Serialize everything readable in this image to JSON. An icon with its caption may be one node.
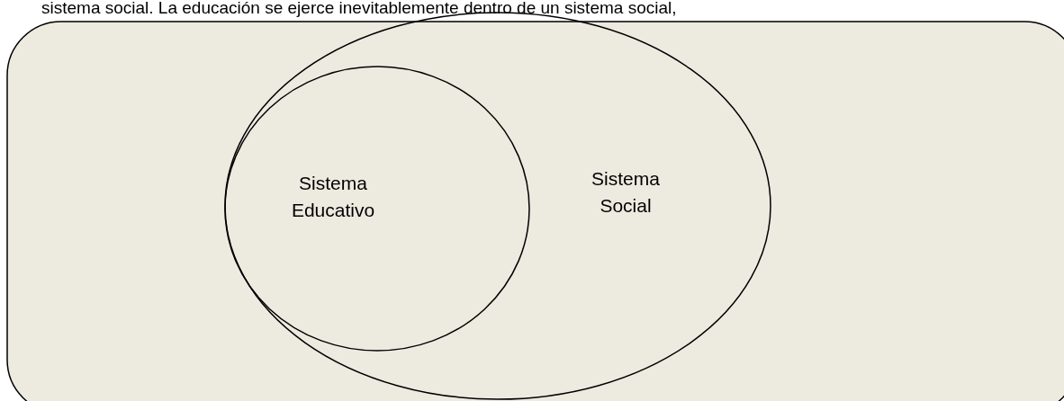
{
  "diagram": {
    "nodes": [
      {
        "text": [],
        "shape": "box"
      },
      {
        "text": [
          "Sistema Social"
        ],
        "in": 0
      },
      {
        "text": [
          "Sistema Educativo"
        ],
        "in": 1
      }
    ],
    "edges": [],
    "labels": [
      "sistema social.  La educación se ejerce inevitablemente dentro de un sistema social,"
    ]
  }
}
